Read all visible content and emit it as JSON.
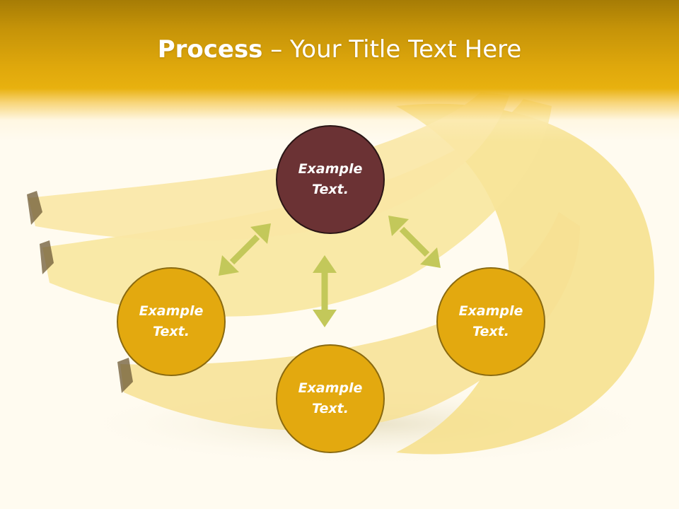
{
  "title": {
    "bold": "Process",
    "rest": " – Your Title Text Here"
  },
  "nodes": {
    "top": "Example Text.",
    "left": "Example Text.",
    "bottom": "Example Text.",
    "right": "Example Text."
  },
  "colors": {
    "header": "#e2a80c",
    "node_primary": "#e3a90f",
    "node_accent": "#6b3234",
    "arrow": "#c3c85a",
    "background": "#fffbf0"
  }
}
